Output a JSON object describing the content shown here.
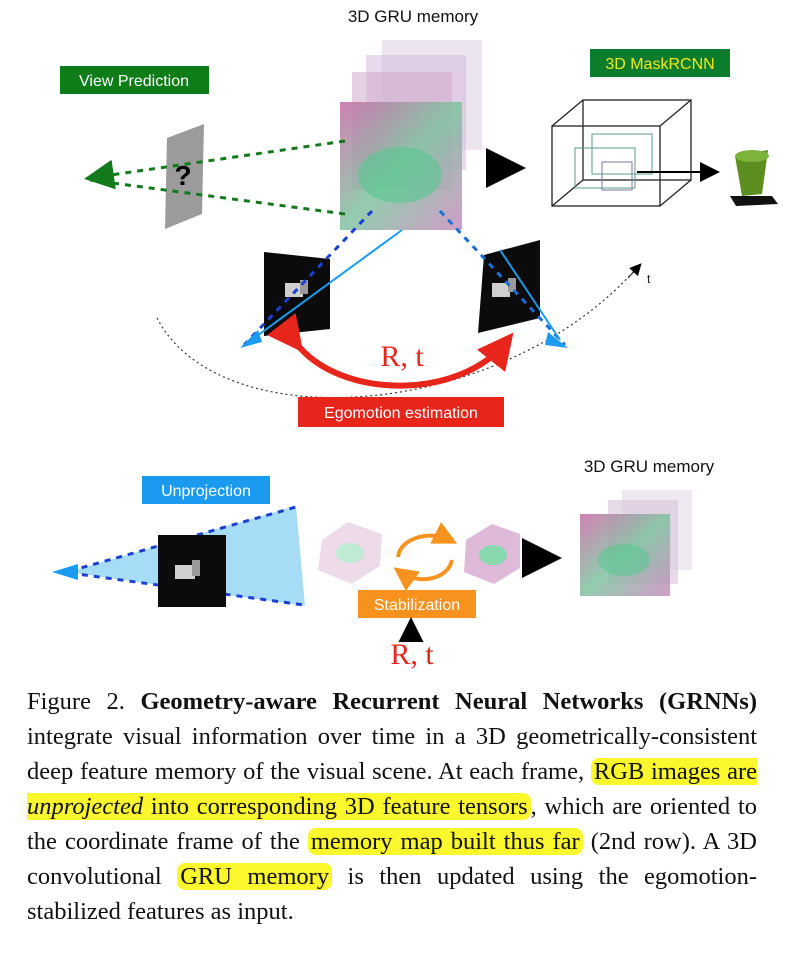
{
  "figure": {
    "top_memory_label": "3D GRU memory",
    "view_prediction_label": "View Prediction",
    "maskrcnn_label": "3D MaskRCNN",
    "question_mark": "?",
    "time_label": "t",
    "rt_top": "R, t",
    "egomotion_label": "Egomotion estimation",
    "bottom_memory_label": "3D GRU memory",
    "unprojection_label": "Unprojection",
    "stabilization_label": "Stabilization",
    "rt_bottom": "R, t",
    "colors": {
      "green_badge": "#0e7d17",
      "red": "#e8251a",
      "blue": "#1a9bf0",
      "orange": "#f7921e",
      "yellow_badge": "#0b7d2c"
    }
  },
  "caption": {
    "figure_number": "Figure 2.",
    "title": "Geometry-aware Recurrent Neural Networks (GRNNs)",
    "part1": " integrate visual information over time in a 3D geometrically-consistent deep feature memory of the visual scene. At each frame, ",
    "hl1_a": "RGB images are ",
    "hl1_em": "unprojected",
    "hl1_b": " into corresponding 3D feature tensors",
    "part2": ", which are oriented to the coordinate frame of the ",
    "hl2": "memory map built thus far",
    "part3": " (2nd row).  A 3D convolutional ",
    "hl3": "GRU memory",
    "part4": " is then updated using the egomotion-stabilized features as input."
  }
}
